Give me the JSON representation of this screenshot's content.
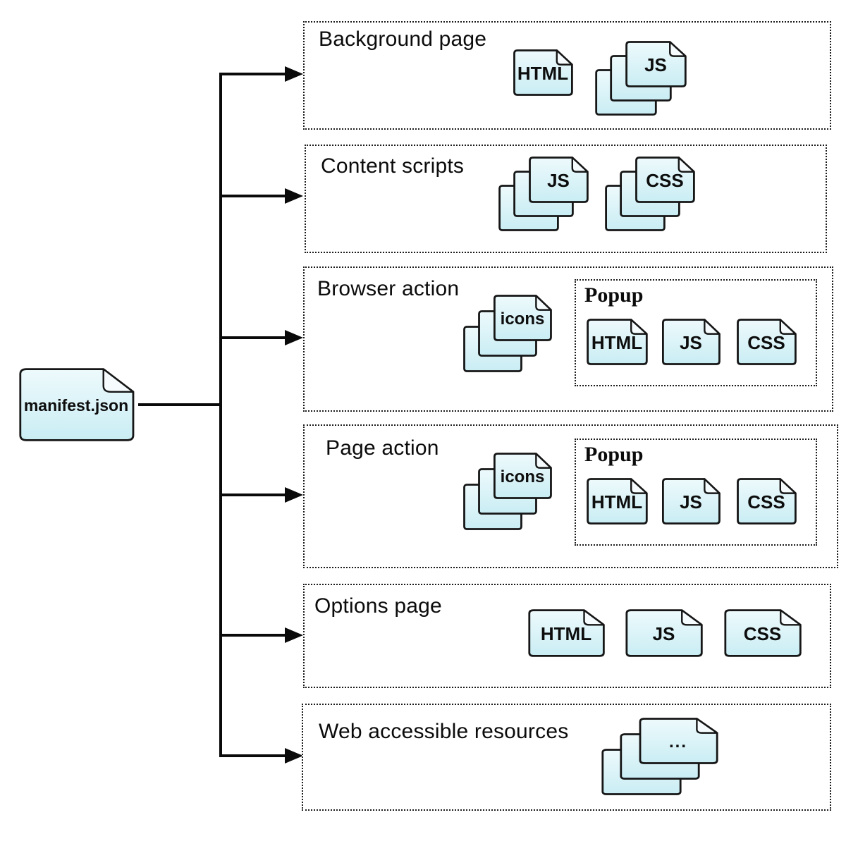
{
  "root": {
    "label": "manifest.json"
  },
  "sections": [
    {
      "title": "Background page",
      "files": [
        {
          "label": "HTML",
          "style": "single"
        },
        {
          "label": "JS",
          "style": "stack"
        }
      ]
    },
    {
      "title": "Content scripts",
      "files": [
        {
          "label": "JS",
          "style": "stack"
        },
        {
          "label": "CSS",
          "style": "stack"
        }
      ]
    },
    {
      "title": "Browser action",
      "files": [
        {
          "label": "icons",
          "style": "stack"
        }
      ],
      "popup": {
        "title": "Popup",
        "files": [
          {
            "label": "HTML"
          },
          {
            "label": "JS"
          },
          {
            "label": "CSS"
          }
        ]
      }
    },
    {
      "title": "Page action",
      "files": [
        {
          "label": "icons",
          "style": "stack"
        }
      ],
      "popup": {
        "title": "Popup",
        "files": [
          {
            "label": "HTML"
          },
          {
            "label": "JS"
          },
          {
            "label": "CSS"
          }
        ]
      }
    },
    {
      "title": "Options page",
      "files": [
        {
          "label": "HTML"
        },
        {
          "label": "JS"
        },
        {
          "label": "CSS"
        }
      ]
    },
    {
      "title": "Web accessible resources",
      "files": [
        {
          "label": "..."
        }
      ]
    }
  ],
  "colors": {
    "file_fill_top": "#eefafc",
    "file_fill_bottom": "#c9edf4",
    "file_outline": "#161616",
    "connector": "#0a0a0a",
    "box_border": "#1c1c1c"
  }
}
